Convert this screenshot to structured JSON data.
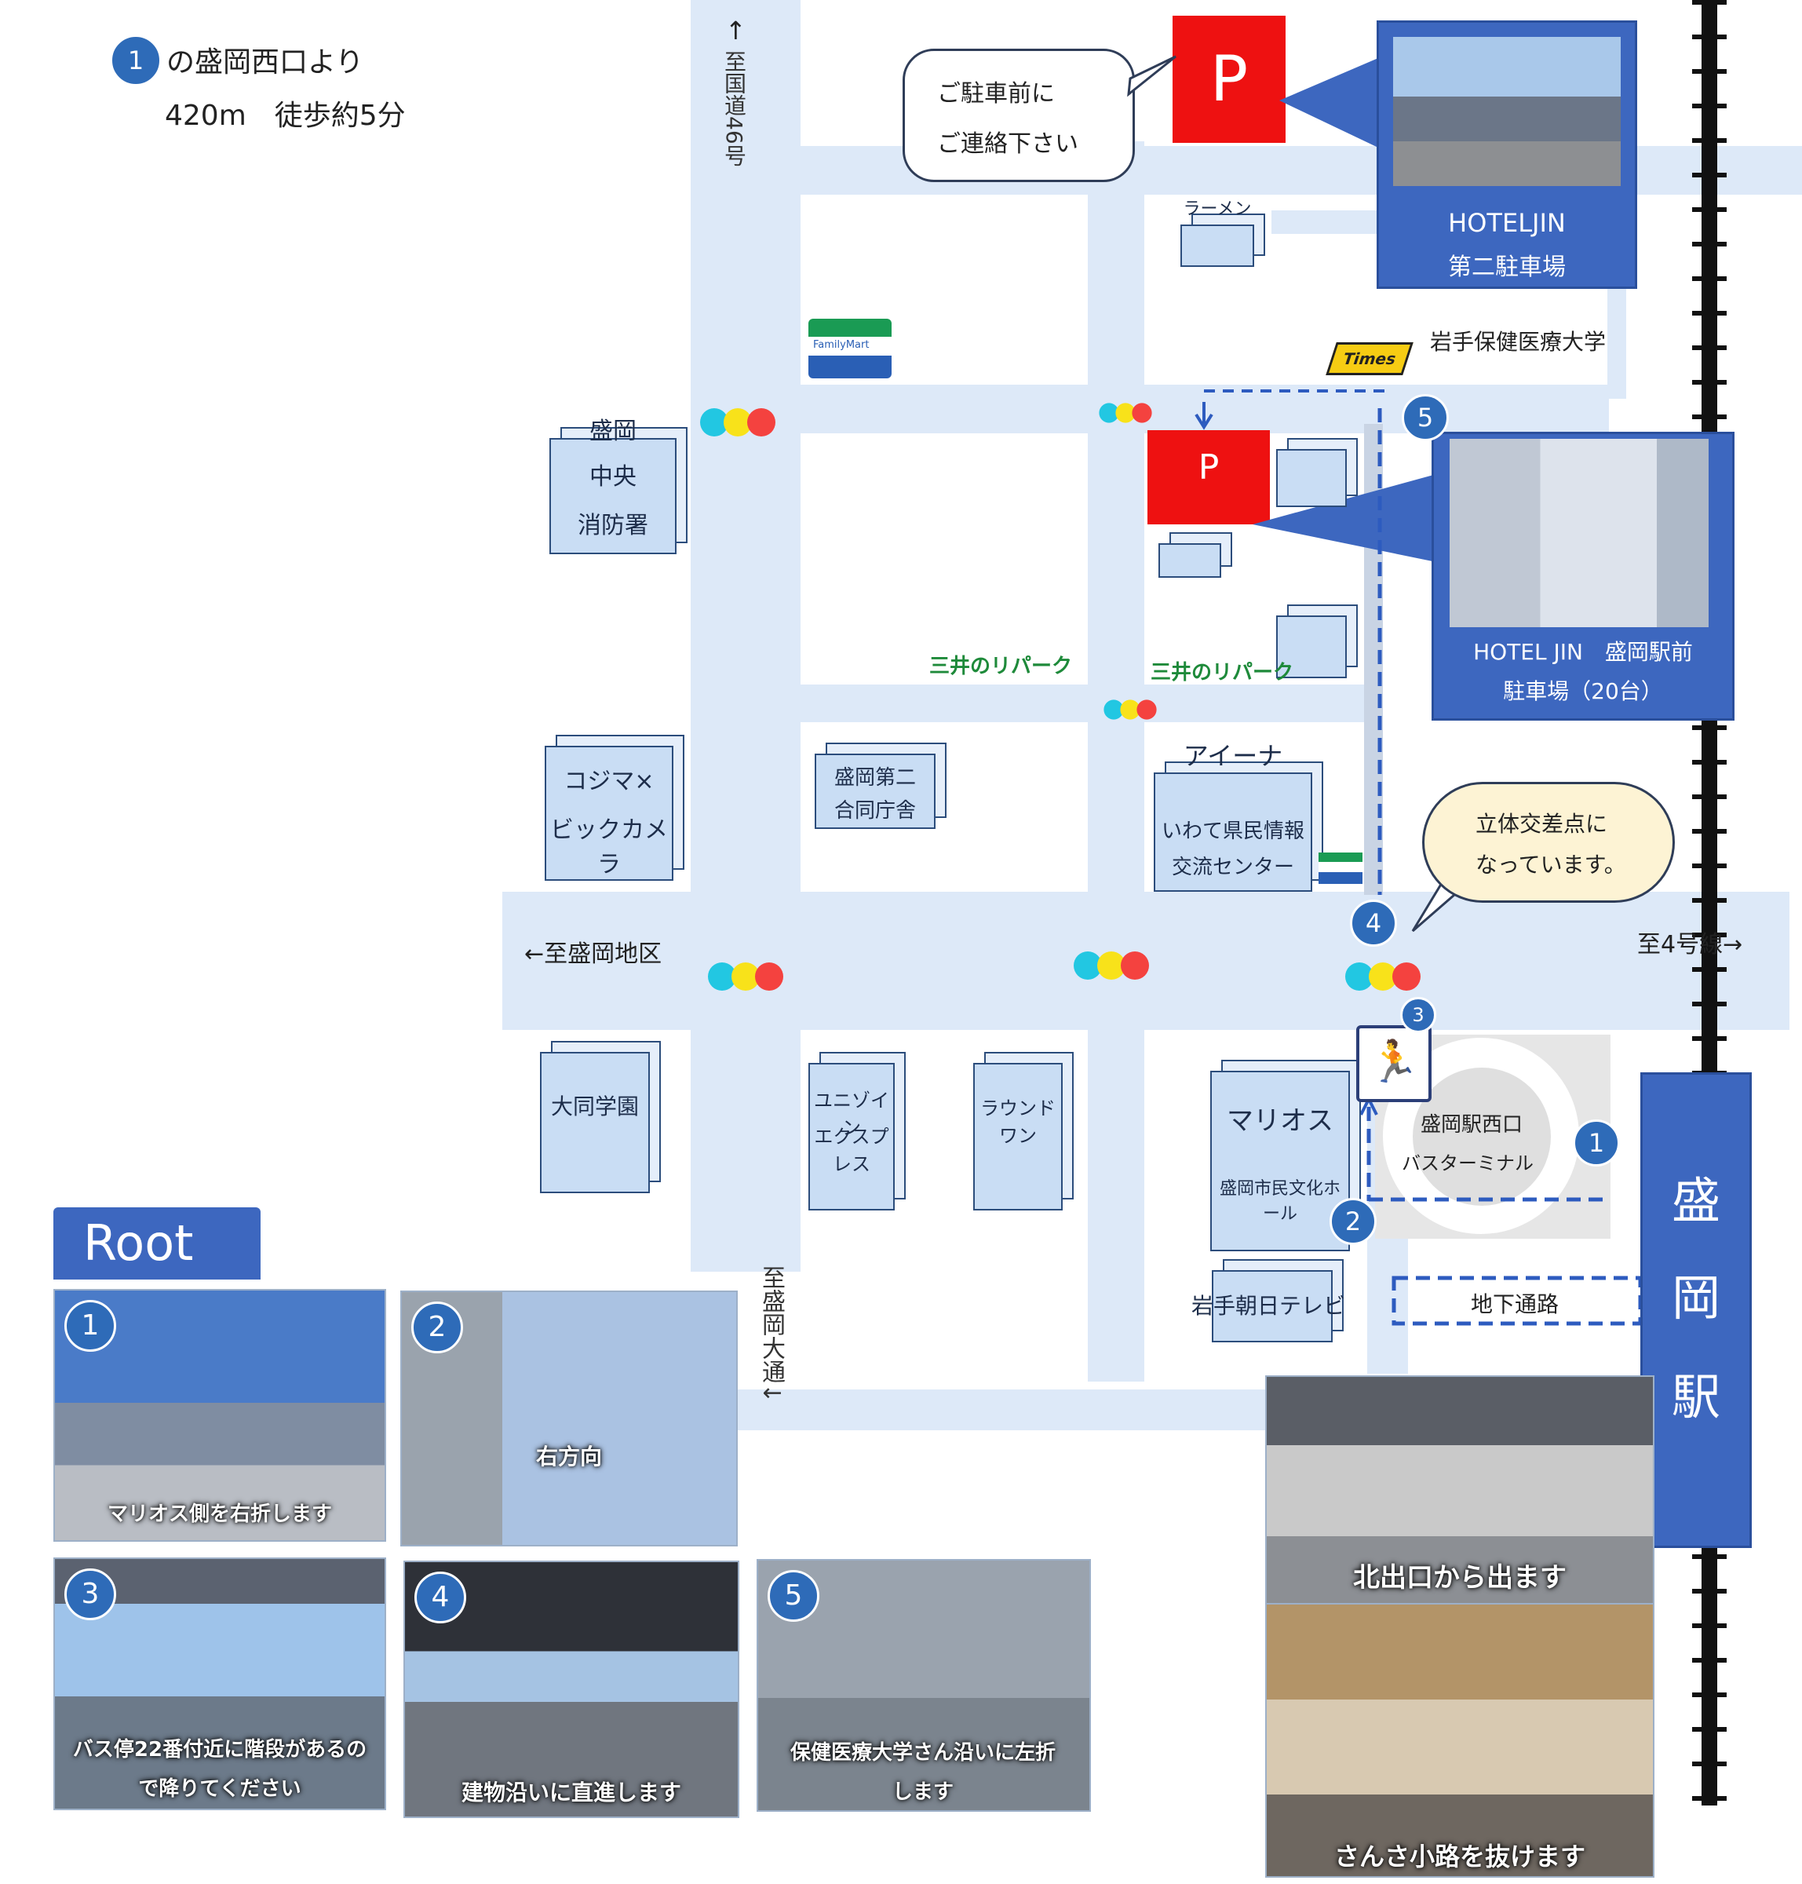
{
  "route_intro": {
    "marker": "1",
    "line1": "の盛岡西口より",
    "line2": "420m　徒歩約5分"
  },
  "streets": {
    "north_arrow": "↑",
    "north_road": "至国道46号",
    "west_road": "←至盛岡地区",
    "east_road": "至4号線→",
    "south_road": "至盛岡大通↓"
  },
  "parking": {
    "symbol": "P",
    "callout_line1": "ご駐車前に",
    "callout_line2": "ご連絡下さい"
  },
  "hotels": {
    "second_parking_name": "HOTELJIN",
    "second_parking_sub": "第二駐車場",
    "main_name": "HOTEL JIN　盛岡駅前",
    "main_sub": "駐車場（20台）"
  },
  "landmarks": {
    "ramen": "ラーメン",
    "university": "岩手保健医療大学",
    "times": "Times",
    "familymart": "FamilyMart",
    "fire_station": [
      "盛岡",
      "中央",
      "消防署"
    ],
    "repark": "三井のリパーク",
    "kojima": [
      "コジマ×",
      "ビックカメラ"
    ],
    "gov": [
      "盛岡第二",
      "合同庁舎"
    ],
    "aina_title": "アイーナ",
    "aina_sub": [
      "いわて県民情報",
      "交流センター"
    ],
    "crossing_bubble": [
      "立体交差点に",
      "なっています。"
    ],
    "daiichi": "大同学園",
    "union": [
      "ユニゾイン",
      "エクスプレス"
    ],
    "round1": "ラウンドワン",
    "marios": "マリオス",
    "marios_hall": "盛岡市民文化ホール",
    "bus_terminal": [
      "盛岡駅西口",
      "バスターミナル"
    ],
    "tv": "岩手朝日テレビ",
    "underpass": "地下通路",
    "station": [
      "盛",
      "岡",
      "駅"
    ]
  },
  "route_markers": [
    "1",
    "2",
    "3",
    "4",
    "5"
  ],
  "route_panel": {
    "title": "Root",
    "steps": [
      {
        "num": "1",
        "caption": "マリオス側を右折します"
      },
      {
        "num": "2",
        "caption": "右方向"
      },
      {
        "num": "3",
        "caption": "バス停22番付近に階段があるので降りてください"
      },
      {
        "num": "4",
        "caption": "建物沿いに直進します"
      },
      {
        "num": "5",
        "caption": "保健医療大学さん沿いに左折します"
      }
    ],
    "station_caption_1": "北出口から出ます",
    "station_caption_2": "さんさ小路を抜けます"
  },
  "colors": {
    "road": "#dde9f8",
    "building": "#c9ddf4",
    "parking": "#ee1111",
    "accent_blue": "#3d67bf",
    "marker_blue": "#2e6bb8"
  }
}
